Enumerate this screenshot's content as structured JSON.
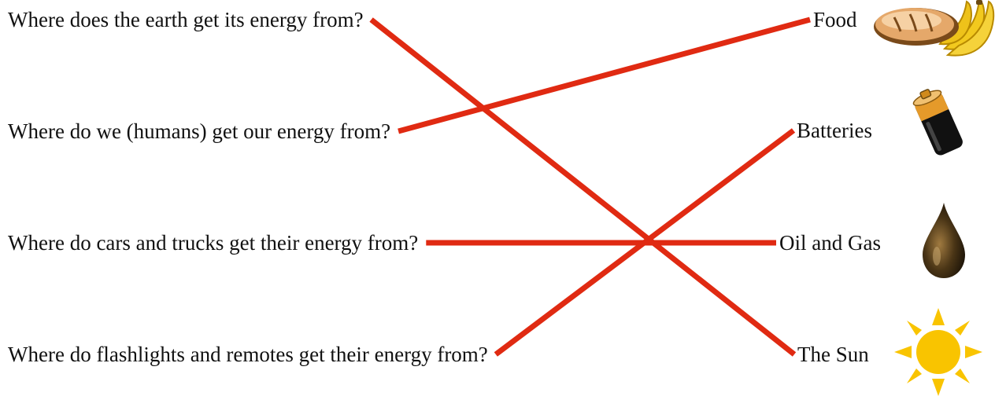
{
  "questions": [
    {
      "text": "Where does the earth get its energy from?"
    },
    {
      "text": "Where do we (humans) get our energy from?"
    },
    {
      "text": "Where do cars and trucks get their energy from?"
    },
    {
      "text": "Where do flashlights and remotes get their energy from?"
    }
  ],
  "answers": [
    {
      "text": "Food",
      "icon": "bread-and-bananas-icon"
    },
    {
      "text": "Batteries",
      "icon": "battery-icon"
    },
    {
      "text": "Oil and Gas",
      "icon": "oil-drop-icon"
    },
    {
      "text": "The Sun",
      "icon": "sun-icon"
    }
  ],
  "matches": [
    {
      "question": 1,
      "answer": 4
    },
    {
      "question": 2,
      "answer": 1
    },
    {
      "question": 3,
      "answer": 3
    },
    {
      "question": 4,
      "answer": 2
    }
  ],
  "colors": {
    "line": "#e02a12",
    "text": "#111111",
    "sun": "#f9c400",
    "bread": "#e5a86a",
    "banana": "#f2c91e",
    "battery_top": "#e59a2a",
    "battery_body": "#111111",
    "oil": "#4a3516"
  }
}
